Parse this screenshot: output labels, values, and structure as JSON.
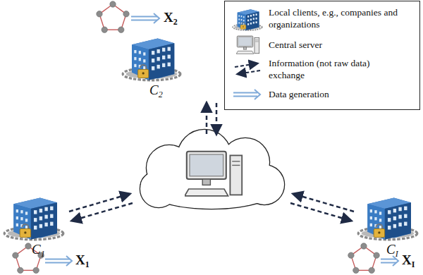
{
  "diagram": {
    "nodes": [
      {
        "text": [
          "C",
          "2"
        ]
      },
      {
        "text": [
          "C",
          "1"
        ]
      },
      {
        "text": [
          "C",
          "I"
        ]
      }
    ],
    "labels": [
      "X",
      "2",
      "X",
      "1",
      "X",
      "I"
    ],
    "legend": [
      {
        "text": "Local clients, e.g., companies and organizations"
      },
      {
        "text": "Central server"
      },
      {
        "text": "Information (not raw data) exchange"
      },
      {
        "text": "Data generation"
      }
    ]
  }
}
